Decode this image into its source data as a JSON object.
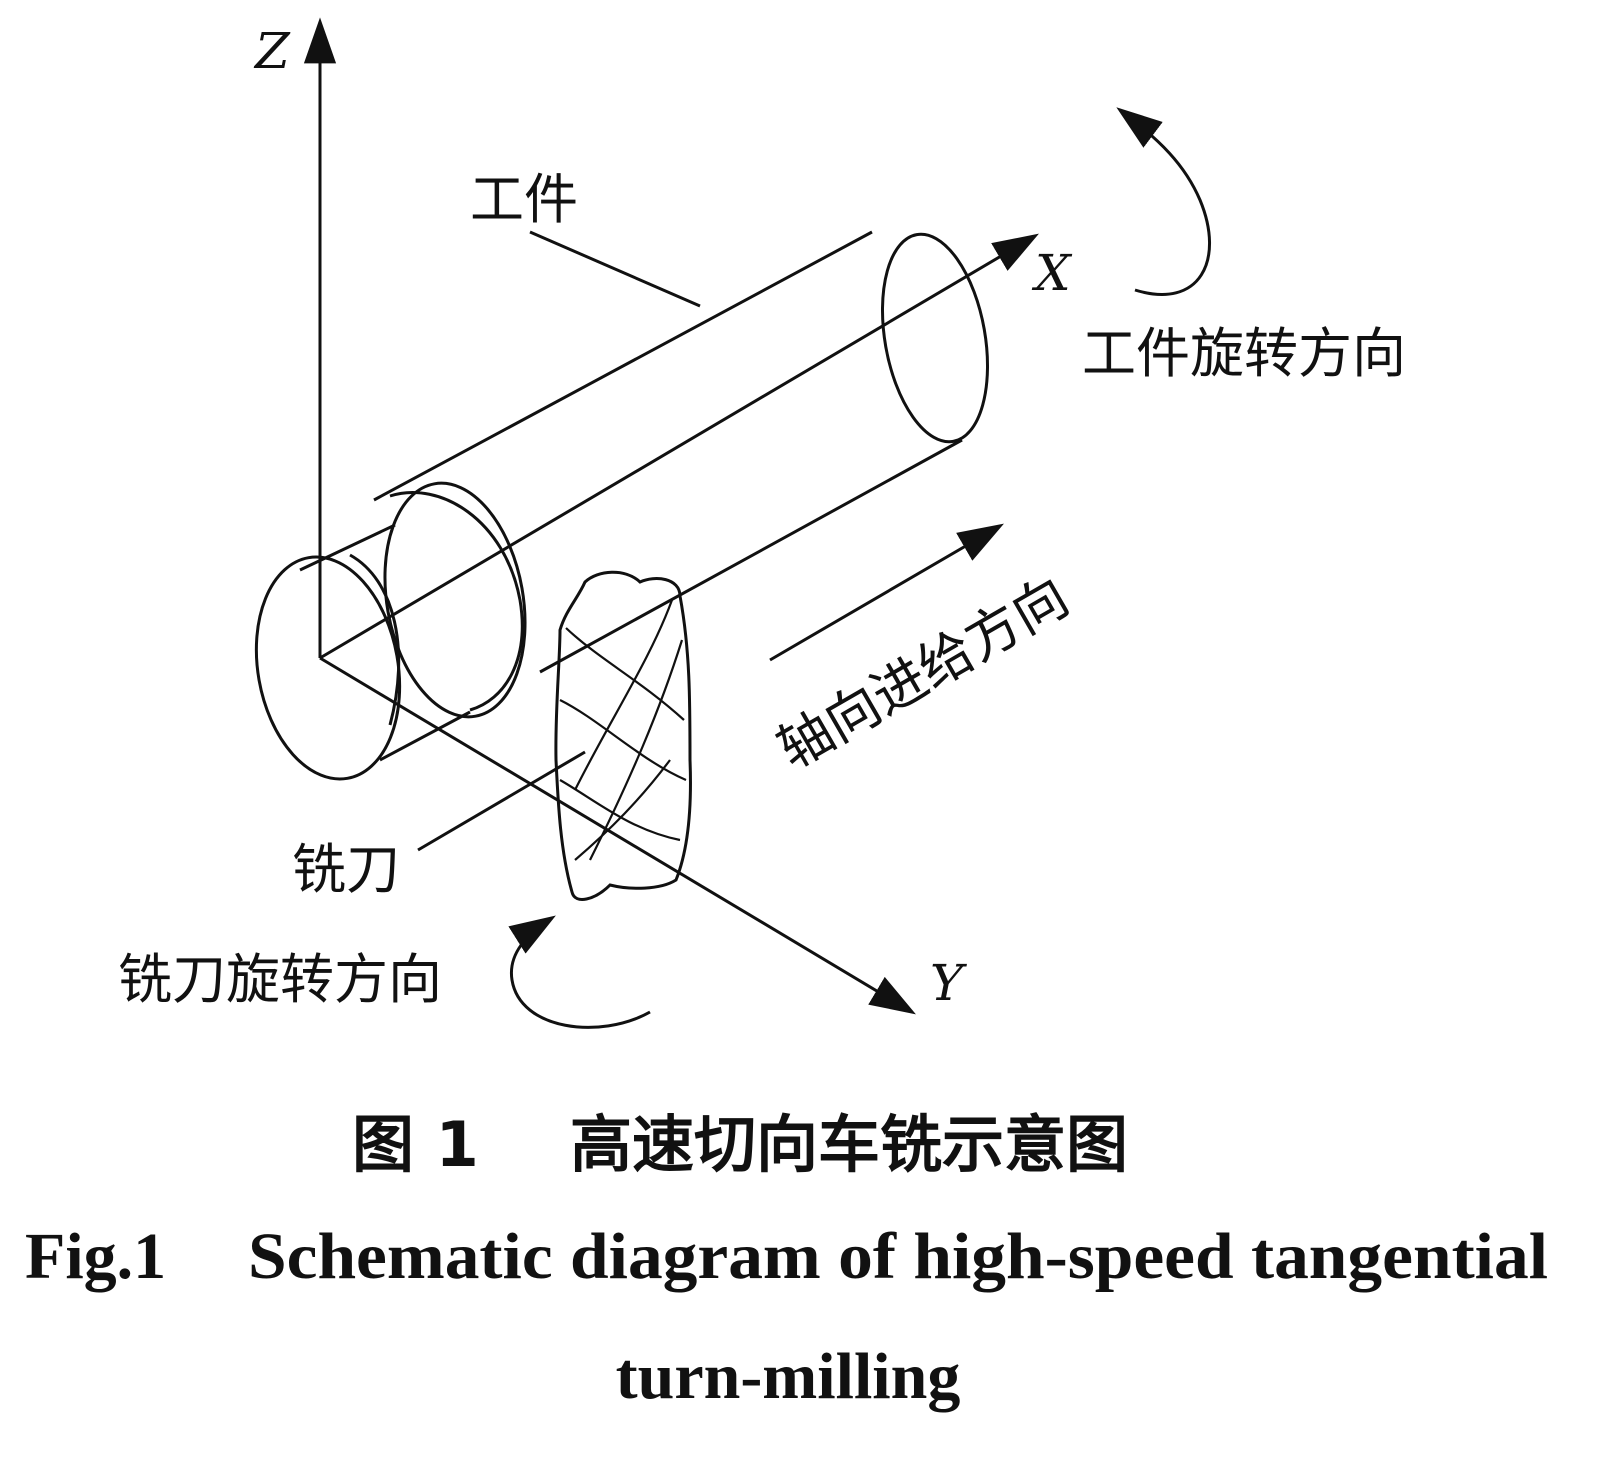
{
  "axes": {
    "z": "Z",
    "x": "X",
    "y": "Y"
  },
  "labels": {
    "workpiece": "工件",
    "workpiece_rotation": "工件旋转方向",
    "axial_feed": "轴向进给方向",
    "cutter": "铣刀",
    "cutter_rotation": "铣刀旋转方向"
  },
  "caption": {
    "cn_number": "图 1",
    "cn_title": "高速切向车铣示意图",
    "en_number": "Fig.1",
    "en_title_line1": "Schematic diagram of high-speed tangential",
    "en_title_line2": "turn-milling"
  }
}
